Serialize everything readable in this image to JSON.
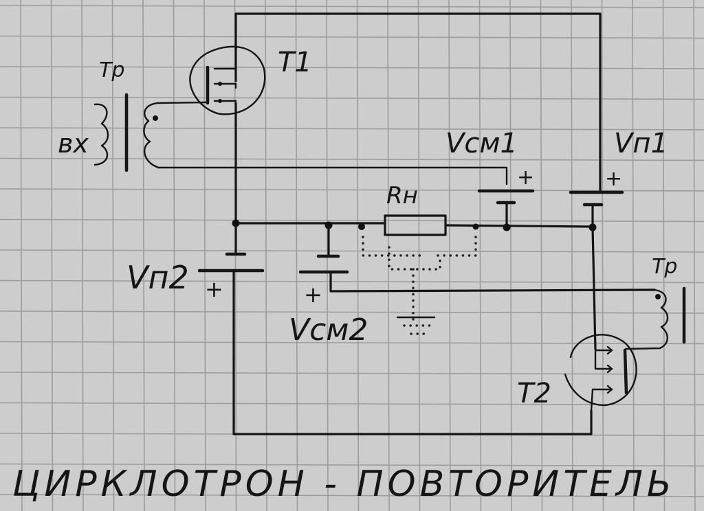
{
  "diagram": {
    "title": "ЦИРКЛОТРОН - ПОВТОРИТЕЛЬ",
    "labels": {
      "t1": "T1",
      "t2": "T2",
      "tr_top": "Tp",
      "tr_right": "Tp",
      "input": "вх",
      "vsm1": "Vсм1",
      "vp1": "Vп1",
      "vp2": "Vп2",
      "vsm2": "Vсм2",
      "rload": "Rн",
      "plus": "+"
    },
    "components": [
      "T1 (MOSFET)",
      "T2 (MOSFET)",
      "Tp input transformer",
      "Tp output transformer",
      "Vсм1 bias source",
      "Vп1 supply",
      "Vп2 supply",
      "Vсм2 bias source",
      "Rн load resistor",
      "ground"
    ],
    "colors": {
      "paper": "#cdcdcd",
      "grid": "#9c9c9c",
      "ink": "#151515"
    }
  }
}
